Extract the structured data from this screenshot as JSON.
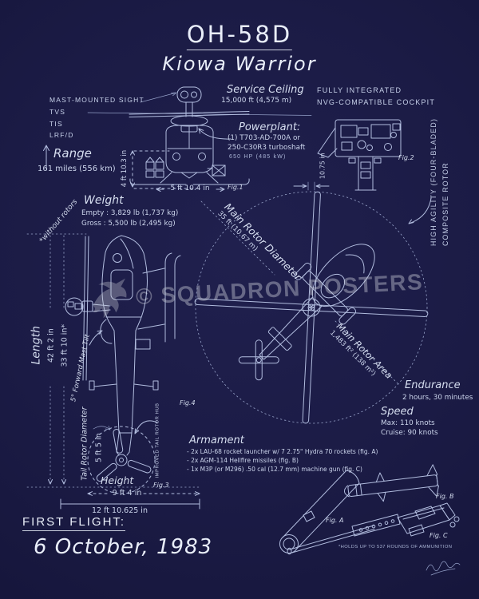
{
  "title": {
    "main": "OH-58D",
    "subtitle": "Kiowa Warrior"
  },
  "sensors": {
    "sight_label": "MAST-MOUNTED SIGHT",
    "items": [
      "TVS",
      "TIS",
      "LRF/D"
    ]
  },
  "range": {
    "label": "Range",
    "value": "161 miles (556 km)"
  },
  "service_ceiling": {
    "label": "Service Ceiling",
    "value": "15,000 ft (4,575 m)"
  },
  "powerplant": {
    "label": "Powerplant:",
    "lines": [
      "(1) T703-AD-700A or",
      "250-C30R3 turboshaft",
      "650 HP (485 kW)"
    ]
  },
  "cockpit": {
    "lines": [
      "FULLY INTEGRATED",
      "NVG-COMPATIBLE COCKPIT"
    ],
    "fig": "Fig.2"
  },
  "rotor": {
    "agility_lines": [
      "HIGH AGILITY (FOUR-BLADED)",
      "COMPOSITE ROTOR"
    ],
    "diameter_label": "Main Rotor Diameter",
    "diameter_value": "35 ft (10.67 m)",
    "area_label": "Main Rotor Area",
    "area_value": "1,483 ft² (138 m²)",
    "blade_chord": "10.75 in",
    "fig": "Fig.4"
  },
  "weight": {
    "label": "Weight",
    "empty": "Empty : 3,829 lb (1,737 kg)",
    "gross": "Gross : 5,500 lb (2,495 kg)"
  },
  "front_view": {
    "height_dim": "4 ft 10.3 in",
    "width_dim": "5 ft 10.4 in",
    "fig": "Fig.1"
  },
  "side_view": {
    "length_label": "Length",
    "length_total": "42 ft 2 in",
    "length_fuselage": "33 ft 10 in*",
    "mast_tilt": "5° Forward Mast Tilt",
    "rotors_note": "*without rotors"
  },
  "tail_rotor": {
    "label": "Tail Rotor Diameter",
    "value": "5 ft 5 in",
    "hub_note": "IMPROVED TAIL ROTOR HUB",
    "fig": "Fig.3"
  },
  "height": {
    "label": "Height",
    "skid_to_rotor": "9 ft 4 in",
    "overall": "12 ft 10.625 in"
  },
  "endurance": {
    "label": "Endurance",
    "value": "2 hours, 30 minutes"
  },
  "speed": {
    "label": "Speed",
    "max": "Max: 110 knots",
    "cruise": "Cruise: 90 knots"
  },
  "armament": {
    "label": "Armament",
    "items": [
      "- 2x LAU-68 rocket launcher w/ 7 2.75\" Hydra 70 rockets (fig. A)",
      "- 2x AGM-114 Hellfire missiles (fig. B)",
      "- 1x M3P (or M296) .50 cal (12.7 mm) machine gun (fig. C)"
    ],
    "ammo_note": "*HOLDS UP TO 537 ROUNDS OF AMMUNITION",
    "fig_a": "Fig. A",
    "fig_b": "Fig. B",
    "fig_c": "Fig. C"
  },
  "first_flight": {
    "label": "FIRST FLIGHT:",
    "value": "6 October, 1983"
  },
  "watermark": {
    "text": "© SQUADRON POSTERS"
  },
  "colors": {
    "background": "#1b1b44",
    "line": "#b2bddf",
    "text": "#ccd5ec",
    "bright": "#e9eef9",
    "watermark": "rgba(202,206,216,0.42)"
  }
}
